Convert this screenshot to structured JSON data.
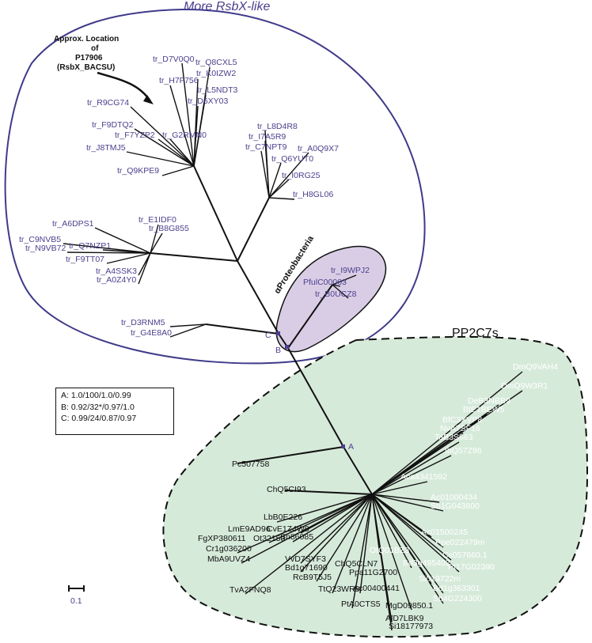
{
  "groups": {
    "rsbx_title": "More RsbX-like",
    "pp2c_title": "PP2C7s",
    "alpha_title": "αProteobacteria"
  },
  "annotation": {
    "line1": "Approx. Location",
    "line2": "of",
    "line3": "P17906",
    "line4": "(RsbX_BACSU)"
  },
  "node_labels": {
    "a": "A",
    "b": "B",
    "c": "C"
  },
  "legend": {
    "a": "A: 1.0/100/1.0/0.99",
    "b": "B: 0.92/32*/0.97/1.0",
    "c": "C: 0.99/24/0.87/0.97"
  },
  "scale_label": "0.1",
  "colors": {
    "rsbx_outline": "#3f3a8a",
    "alpha_fill": "#d9cde6",
    "pp2c_fill": "#d6ead9",
    "label_purple": "#4b3f8c"
  },
  "leaves": [
    {
      "id": "tr_D7V0Q0",
      "text": "tr_D7V0Q0"
    },
    {
      "id": "tr_Q8CXL5",
      "text": "tr_Q8CXL5"
    },
    {
      "id": "tr_K0IZW2",
      "text": "tr_K0IZW2"
    },
    {
      "id": "tr_H7F756",
      "text": "tr_H7F756"
    },
    {
      "id": "tr_L5NDT3",
      "text": "tr_L5NDT3"
    },
    {
      "id": "tr_D6XY03",
      "text": "tr_D6XY03"
    },
    {
      "id": "tr_R9CG74",
      "text": "tr_R9CG74"
    },
    {
      "id": "tr_F9DTQ2",
      "text": "tr_F9DTQ2"
    },
    {
      "id": "tr_F7YZP2",
      "text": "tr_F7YZP2"
    },
    {
      "id": "tr_G2RMN0",
      "text": "tr_G2RMN0"
    },
    {
      "id": "tr_J8TMJ5",
      "text": "tr_J8TMJ5"
    },
    {
      "id": "tr_Q9KPE9",
      "text": "tr_Q9KPE9"
    },
    {
      "id": "tr_L8D4R8",
      "text": "tr_L8D4R8"
    },
    {
      "id": "tr_I7A5R9",
      "text": "tr_I7A5R9"
    },
    {
      "id": "tr_C7NPT9",
      "text": "tr_C7NPT9"
    },
    {
      "id": "tr_A0Q9X7",
      "text": "tr_A0Q9X7"
    },
    {
      "id": "tr_Q6YUT0",
      "text": "tr_Q6YUT0"
    },
    {
      "id": "tr_I0RG25",
      "text": "tr_I0RG25"
    },
    {
      "id": "tr_H8GL06",
      "text": "tr_H8GL06"
    },
    {
      "id": "tr_A6DPS1",
      "text": "tr_A6DPS1"
    },
    {
      "id": "tr_E1IDF0",
      "text": "tr_E1IDF0"
    },
    {
      "id": "tr_B8G855",
      "text": "tr_B8G855"
    },
    {
      "id": "tr_C9NVB5",
      "text": "tr_C9NVB5"
    },
    {
      "id": "tr_N9VB72",
      "text": "tr_N9VB72"
    },
    {
      "id": "tr_Q7NZP1",
      "text": "tr_Q7NZP1"
    },
    {
      "id": "tr_F9TT07",
      "text": "tr_F9TT07"
    },
    {
      "id": "tr_A4SSK3",
      "text": "tr_A4SSK3"
    },
    {
      "id": "tr_A0Z4Y0",
      "text": "tr_A0Z4Y0"
    },
    {
      "id": "tr_D3RNM5",
      "text": "tr_D3RNM5"
    },
    {
      "id": "tr_G4E8A0",
      "text": "tr_G4E8A0"
    },
    {
      "id": "tr_I9WPJ2",
      "text": "tr_I9WPJ2"
    },
    {
      "id": "PfulC00003",
      "text": "PfulC00003"
    },
    {
      "id": "tr_B0UCZ8",
      "text": "tr_B0UCZ8"
    },
    {
      "id": "DmQ9VAH4",
      "text": "DmQ9VAH4"
    },
    {
      "id": "DmQ9W3R1",
      "text": "DmQ9W3R1"
    },
    {
      "id": "DeB3NBB9",
      "text": "DeB3NBB9"
    },
    {
      "id": "BtE1BEW5",
      "text": "BtE1BEW5"
    },
    {
      "id": "BfC3XVP8",
      "text": "BfC3XVP8"
    },
    {
      "id": "NvA7SF16",
      "text": "NvA7SF16"
    },
    {
      "id": "TaB3S663",
      "text": "TaB3S663"
    },
    {
      "id": "IbQ57Z96",
      "text": "IbQ57Z96"
    },
    {
      "id": "Pc507758",
      "text": "Pc507758"
    },
    {
      "id": "Aca4341592",
      "text": "Aca4341592"
    },
    {
      "id": "ChQ5CI93",
      "text": "ChQ5CI93"
    },
    {
      "id": "Ac01000434",
      "text": "Ac01000434"
    },
    {
      "id": "Sb1G043800",
      "text": "Sb1G043800"
    },
    {
      "id": "LbB0E226",
      "text": "LbB0E226"
    },
    {
      "id": "LmE9AD96",
      "text": "LmE9AD96"
    },
    {
      "id": "CvE1Z4W0",
      "text": "CvE1Z4W0"
    },
    {
      "id": "FgXP380611",
      "text": "FgXP380611"
    },
    {
      "id": "Ot32153",
      "text": "Ot32153"
    },
    {
      "id": "Bn86085",
      "text": "Bn86085"
    },
    {
      "id": "Ac01500245",
      "text": "Ac01500245"
    },
    {
      "id": "Ppe022479m",
      "text": "Ppe022479m"
    },
    {
      "id": "Cs057660.1",
      "text": "Cs057660.1"
    },
    {
      "id": "Cr1g036200",
      "text": "Cr1g036200"
    },
    {
      "id": "MbA9UVZ4",
      "text": "MbA9UVZ4"
    },
    {
      "id": "OtQ01BZ3",
      "text": "OtQ01BZ3"
    },
    {
      "id": "Bd3g495402",
      "text": "Bd3g495402"
    },
    {
      "id": "Pt17G02390",
      "text": "Pt17G02390"
    },
    {
      "id": "VvD7SYF3",
      "text": "VvD7SYF3"
    },
    {
      "id": "ChQ5CLN7",
      "text": "ChQ5CLN7"
    },
    {
      "id": "Bd1g71690",
      "text": "Bd1g71690"
    },
    {
      "id": "Ppa11G2700",
      "text": "Ppa11G2700"
    },
    {
      "id": "Si019722m",
      "text": "Si019722m"
    },
    {
      "id": "RcB9T5J5",
      "text": "RcB9T5J5"
    },
    {
      "id": "Bd1g363301",
      "text": "Bd1g363301"
    },
    {
      "id": "Sb4G224300",
      "text": "Sb4G224300"
    },
    {
      "id": "TvA2FNQ8",
      "text": "TvA2FNQ8"
    },
    {
      "id": "TtQ23WR9",
      "text": "TtQ23WR9"
    },
    {
      "id": "Ac00400441",
      "text": "Ac00400441"
    },
    {
      "id": "PtA0CTS5",
      "text": "PtA0CTS5"
    },
    {
      "id": "MgD09850.1",
      "text": "MgD09850.1"
    },
    {
      "id": "AlD7LBK9",
      "text": "AlD7LBK9"
    },
    {
      "id": "Si18177973",
      "text": "Si18177973"
    }
  ]
}
